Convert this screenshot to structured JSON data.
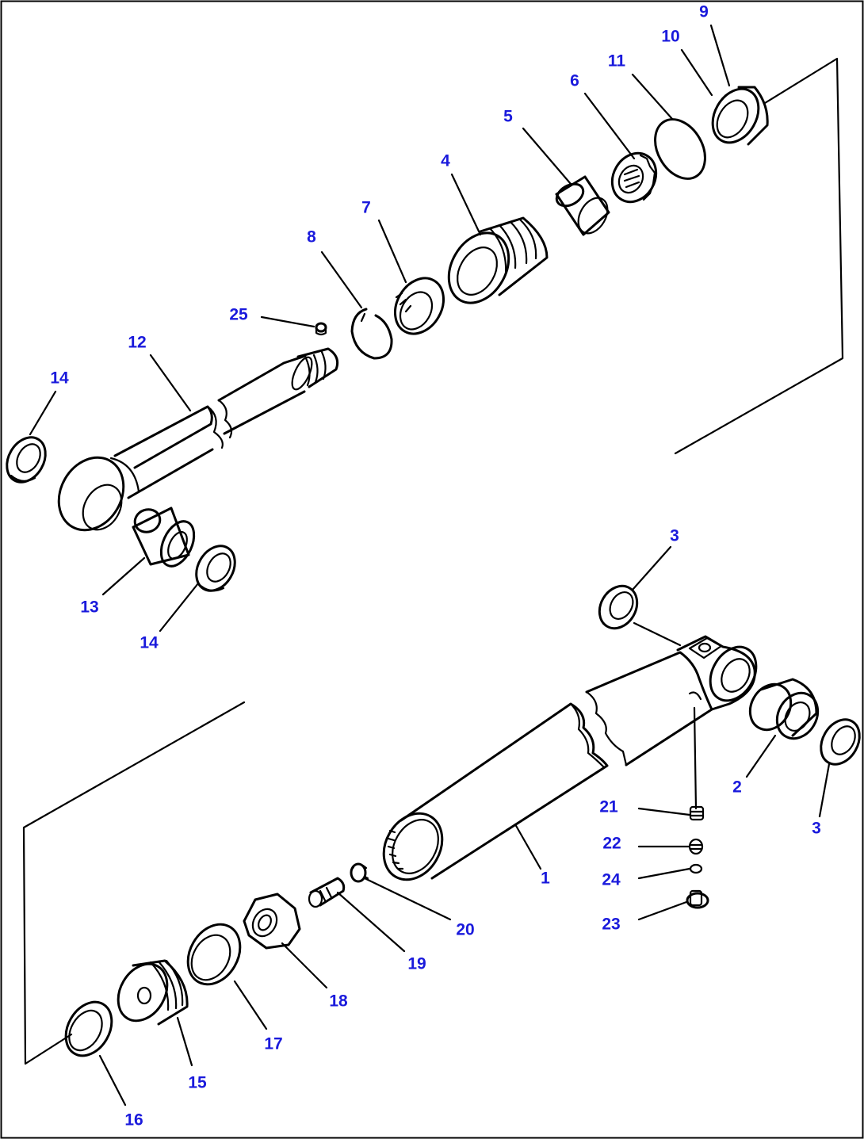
{
  "diagram": {
    "callouts": [
      {
        "id": "c1",
        "label": "1"
      },
      {
        "id": "c2",
        "label": "2"
      },
      {
        "id": "c3a",
        "label": "3"
      },
      {
        "id": "c3b",
        "label": "3"
      },
      {
        "id": "c4",
        "label": "4"
      },
      {
        "id": "c5",
        "label": "5"
      },
      {
        "id": "c6",
        "label": "6"
      },
      {
        "id": "c7",
        "label": "7"
      },
      {
        "id": "c8",
        "label": "8"
      },
      {
        "id": "c9",
        "label": "9"
      },
      {
        "id": "c10",
        "label": "10"
      },
      {
        "id": "c11",
        "label": "11"
      },
      {
        "id": "c12",
        "label": "12"
      },
      {
        "id": "c13",
        "label": "13"
      },
      {
        "id": "c14a",
        "label": "14"
      },
      {
        "id": "c14b",
        "label": "14"
      },
      {
        "id": "c15",
        "label": "15"
      },
      {
        "id": "c16",
        "label": "16"
      },
      {
        "id": "c17",
        "label": "17"
      },
      {
        "id": "c18",
        "label": "18"
      },
      {
        "id": "c19",
        "label": "19"
      },
      {
        "id": "c20",
        "label": "20"
      },
      {
        "id": "c21",
        "label": "21"
      },
      {
        "id": "c22",
        "label": "22"
      },
      {
        "id": "c23",
        "label": "23"
      },
      {
        "id": "c24",
        "label": "24"
      },
      {
        "id": "c25",
        "label": "25"
      }
    ],
    "line_color": "#000000",
    "callout_color": "#1a1adc",
    "background": "#ffffff"
  }
}
